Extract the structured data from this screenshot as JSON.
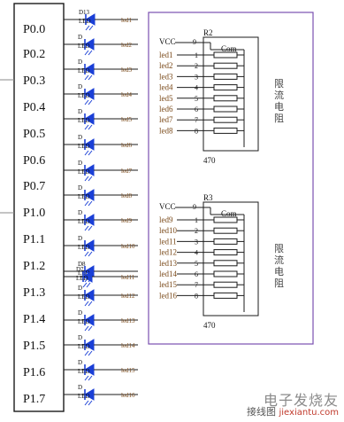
{
  "mcu": {
    "pins": [
      "P0.0",
      "P0.2",
      "P0.3",
      "P0.4",
      "P0.5",
      "P0.6",
      "P0.7",
      "P1.0",
      "P1.1",
      "P1.2",
      "P1.3",
      "P1.4",
      "P1.5",
      "P1.6",
      "P1.7"
    ]
  },
  "leds": [
    {
      "ref": "D13",
      "net": "led1"
    },
    {
      "ref": "D",
      "net": "led2"
    },
    {
      "ref": "D",
      "net": "led3"
    },
    {
      "ref": "D",
      "net": "led4"
    },
    {
      "ref": "D",
      "net": "led5"
    },
    {
      "ref": "D",
      "net": "led6"
    },
    {
      "ref": "D",
      "net": "led7"
    },
    {
      "ref": "D",
      "net": "led8"
    },
    {
      "ref": "D",
      "net": "led9"
    },
    {
      "ref": "D",
      "net": "led10"
    },
    {
      "ref": "D8",
      "net": ""
    },
    {
      "ref": "D7",
      "net": "led11"
    },
    {
      "ref": "D",
      "net": "led12"
    },
    {
      "ref": "D",
      "net": "led13"
    },
    {
      "ref": "D",
      "net": "led14"
    },
    {
      "ref": "D",
      "net": "led15"
    },
    {
      "ref": "D",
      "net": "led16"
    }
  ],
  "led_label": "LED",
  "networks": [
    {
      "ref": "R2",
      "value": "470",
      "common_label": "Com",
      "side_label": "限流电阻",
      "vcc_label": "VCC",
      "vcc_pin": "9",
      "rows": [
        {
          "net": "led1",
          "pin": "1"
        },
        {
          "net": "led2",
          "pin": "2"
        },
        {
          "net": "led3",
          "pin": "3"
        },
        {
          "net": "led4",
          "pin": "4"
        },
        {
          "net": "led5",
          "pin": "5"
        },
        {
          "net": "led6",
          "pin": "6"
        },
        {
          "net": "led7",
          "pin": "7"
        },
        {
          "net": "led8",
          "pin": "8"
        }
      ]
    },
    {
      "ref": "R3",
      "value": "470",
      "common_label": "Com",
      "side_label": "限流电阻",
      "vcc_label": "VCC",
      "vcc_pin": "9",
      "rows": [
        {
          "net": "led9",
          "pin": "1"
        },
        {
          "net": "led10",
          "pin": "2"
        },
        {
          "net": "led11",
          "pin": "3"
        },
        {
          "net": "led12",
          "pin": "4"
        },
        {
          "net": "led13",
          "pin": "5"
        },
        {
          "net": "led14",
          "pin": "6"
        },
        {
          "net": "led15",
          "pin": "7"
        },
        {
          "net": "led16",
          "pin": "8"
        }
      ]
    }
  ],
  "watermark": {
    "cn": "电子发烧友",
    "site": "jiexiantu.com",
    "tag": "接线图"
  },
  "colors": {
    "wire": "#1b1b1b",
    "led": "#1a3fd6",
    "net_label": "#7a4a1a",
    "frame": "#7a4fb0"
  }
}
